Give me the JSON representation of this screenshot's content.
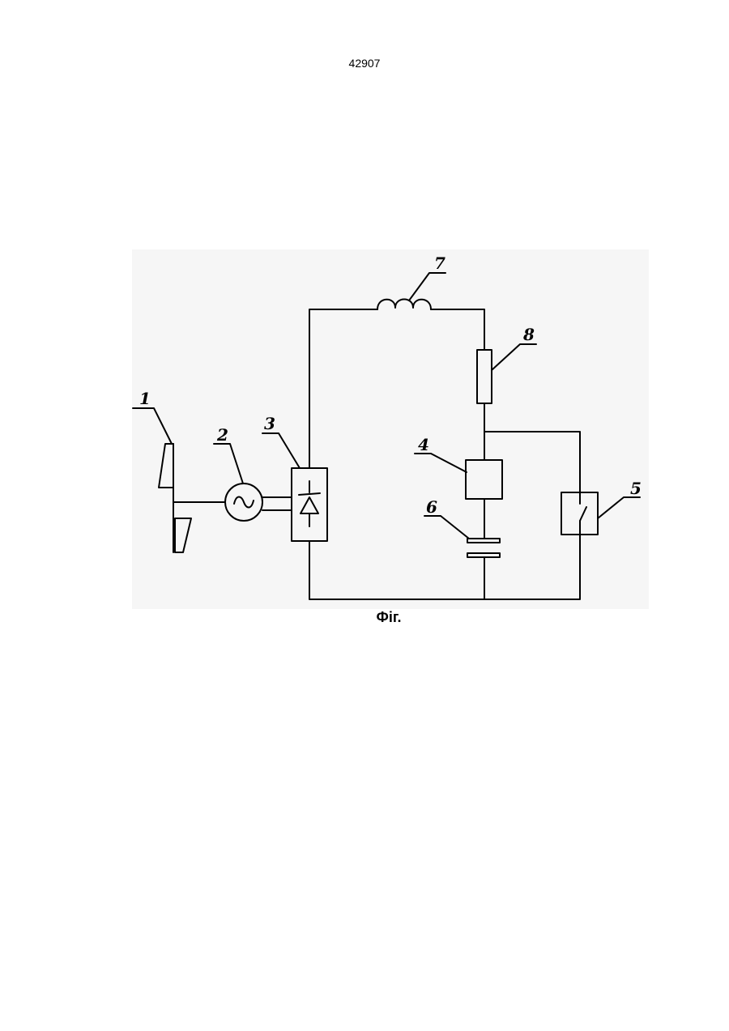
{
  "page": {
    "number": "42907"
  },
  "figure": {
    "caption": "Фіг.",
    "labels": {
      "wind_turbine": "1",
      "generator": "2",
      "rectifier": "3",
      "load_block": "4",
      "switch": "5",
      "capacitor": "6",
      "inductor": "7",
      "resistor": "8"
    }
  }
}
